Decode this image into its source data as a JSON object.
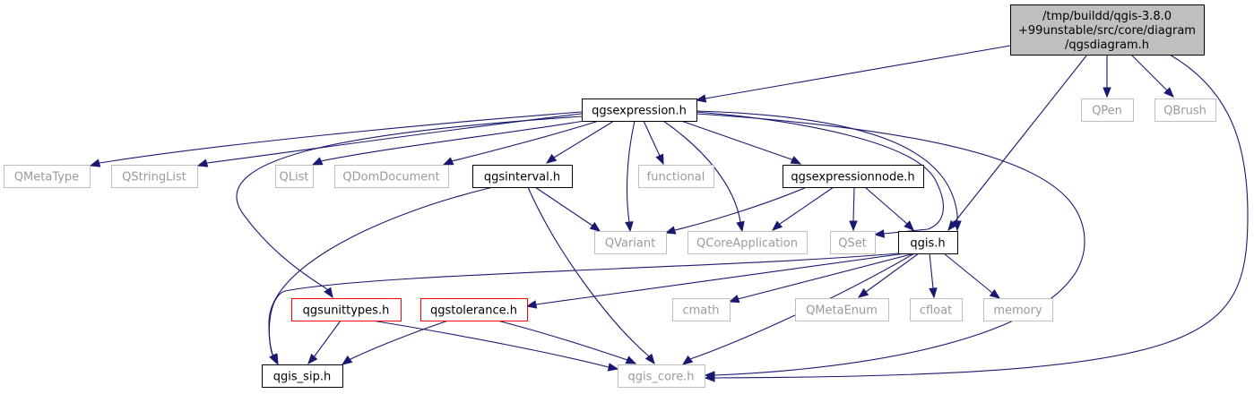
{
  "nodes": [
    {
      "id": "root",
      "lines": [
        "/tmp/buildd/qgis-3.8.0",
        "+99unstable/src/core/diagram",
        "/qgsdiagram.h"
      ],
      "kind": "root"
    },
    {
      "id": "qgsexpression",
      "lines": [
        "qgsexpression.h"
      ],
      "kind": "local"
    },
    {
      "id": "QPen",
      "lines": [
        "QPen"
      ],
      "kind": "ext"
    },
    {
      "id": "QBrush",
      "lines": [
        "QBrush"
      ],
      "kind": "ext"
    },
    {
      "id": "QMetaType",
      "lines": [
        "QMetaType"
      ],
      "kind": "ext"
    },
    {
      "id": "QStringList",
      "lines": [
        "QStringList"
      ],
      "kind": "ext"
    },
    {
      "id": "QList",
      "lines": [
        "QList"
      ],
      "kind": "ext"
    },
    {
      "id": "QDomDocument",
      "lines": [
        "QDomDocument"
      ],
      "kind": "ext"
    },
    {
      "id": "qgsinterval",
      "lines": [
        "qgsinterval.h"
      ],
      "kind": "local"
    },
    {
      "id": "functional",
      "lines": [
        "functional"
      ],
      "kind": "ext"
    },
    {
      "id": "qgsexpressionnode",
      "lines": [
        "qgsexpressionnode.h"
      ],
      "kind": "local"
    },
    {
      "id": "QVariant",
      "lines": [
        "QVariant"
      ],
      "kind": "ext"
    },
    {
      "id": "QCoreApplication",
      "lines": [
        "QCoreApplication"
      ],
      "kind": "ext"
    },
    {
      "id": "QSet",
      "lines": [
        "QSet"
      ],
      "kind": "ext"
    },
    {
      "id": "qgis",
      "lines": [
        "qgis.h"
      ],
      "kind": "local"
    },
    {
      "id": "qgsunittypes",
      "lines": [
        "qgsunittypes.h"
      ],
      "kind": "red"
    },
    {
      "id": "qgstolerance",
      "lines": [
        "qgstolerance.h"
      ],
      "kind": "red"
    },
    {
      "id": "cmath",
      "lines": [
        "cmath"
      ],
      "kind": "ext"
    },
    {
      "id": "QMetaEnum",
      "lines": [
        "QMetaEnum"
      ],
      "kind": "ext"
    },
    {
      "id": "cfloat",
      "lines": [
        "cfloat"
      ],
      "kind": "ext"
    },
    {
      "id": "memory",
      "lines": [
        "memory"
      ],
      "kind": "ext"
    },
    {
      "id": "qgis_sip",
      "lines": [
        "qgis_sip.h"
      ],
      "kind": "local"
    },
    {
      "id": "qgis_core",
      "lines": [
        "qgis_core.h"
      ],
      "kind": "ext"
    }
  ],
  "edges": [
    [
      "root",
      "qgsexpression"
    ],
    [
      "root",
      "QPen"
    ],
    [
      "root",
      "QBrush"
    ],
    [
      "root",
      "qgis"
    ],
    [
      "root",
      "qgis_core"
    ],
    [
      "qgsexpression",
      "QMetaType"
    ],
    [
      "qgsexpression",
      "QStringList"
    ],
    [
      "qgsexpression",
      "QList"
    ],
    [
      "qgsexpression",
      "QDomDocument"
    ],
    [
      "qgsexpression",
      "qgsinterval"
    ],
    [
      "qgsexpression",
      "QVariant"
    ],
    [
      "qgsexpression",
      "functional"
    ],
    [
      "qgsexpression",
      "QCoreApplication"
    ],
    [
      "qgsexpression",
      "qgsexpressionnode"
    ],
    [
      "qgsexpression",
      "QSet"
    ],
    [
      "qgsexpression",
      "qgis"
    ],
    [
      "qgsexpression",
      "qgsunittypes"
    ],
    [
      "qgsexpression",
      "qgis_core"
    ],
    [
      "qgsinterval",
      "QVariant"
    ],
    [
      "qgsinterval",
      "qgis_sip"
    ],
    [
      "qgsinterval",
      "qgis_core"
    ],
    [
      "qgsexpressionnode",
      "QVariant"
    ],
    [
      "qgsexpressionnode",
      "QCoreApplication"
    ],
    [
      "qgsexpressionnode",
      "QSet"
    ],
    [
      "qgsexpressionnode",
      "qgis"
    ],
    [
      "qgis",
      "qgis_sip"
    ],
    [
      "qgis",
      "qgstolerance"
    ],
    [
      "qgis",
      "cmath"
    ],
    [
      "qgis",
      "QMetaEnum"
    ],
    [
      "qgis",
      "cfloat"
    ],
    [
      "qgis",
      "memory"
    ],
    [
      "qgis",
      "qgis_core"
    ],
    [
      "qgsunittypes",
      "qgis_sip"
    ],
    [
      "qgsunittypes",
      "qgis_core"
    ],
    [
      "qgstolerance",
      "qgis_sip"
    ],
    [
      "qgstolerance",
      "qgis_core"
    ]
  ]
}
